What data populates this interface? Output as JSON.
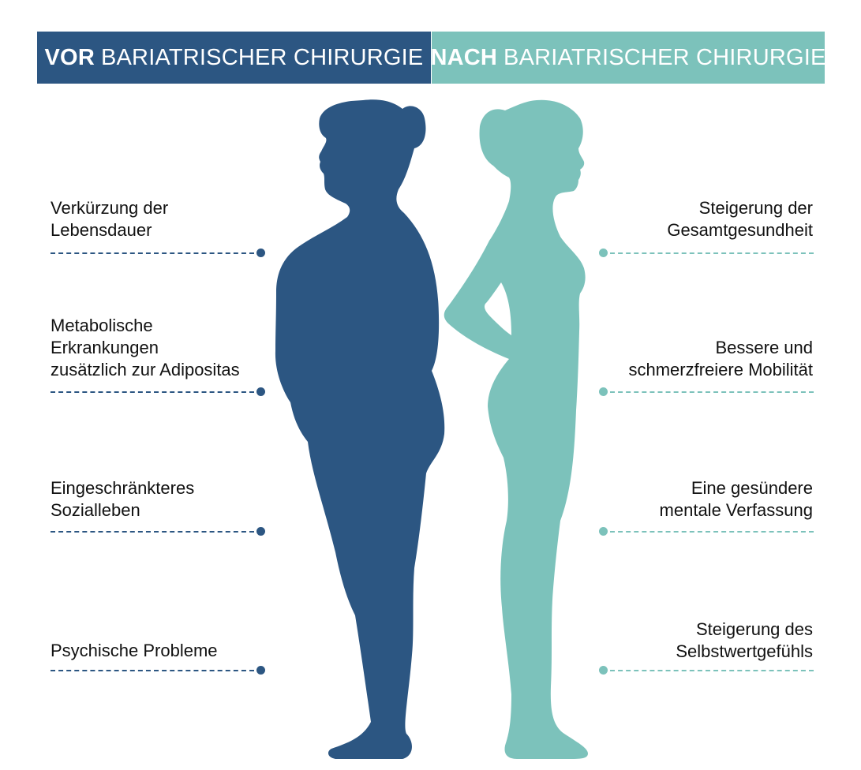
{
  "header": {
    "left": {
      "bold": "VOR",
      "rest": "BARIATRISCHER CHIRURGIE",
      "color": "#2c5682"
    },
    "right": {
      "bold": "NACH",
      "rest": "BARIATRISCHER CHIRURGIE",
      "color": "#7cc2bb"
    }
  },
  "before": {
    "items": [
      {
        "lines": [
          "Verkürzung der",
          "Lebensdauer"
        ]
      },
      {
        "lines": [
          "Metabolische",
          "Erkrankungen",
          "zusätzlich zur Adipositas"
        ]
      },
      {
        "lines": [
          "Eingeschränkteres",
          "Sozialleben"
        ]
      },
      {
        "lines": [
          "Psychische Probleme"
        ]
      }
    ]
  },
  "after": {
    "items": [
      {
        "lines": [
          "Steigerung der",
          "Gesamtgesundheit"
        ]
      },
      {
        "lines": [
          "Bessere und",
          "schmerzfreiere Mobilität"
        ]
      },
      {
        "lines": [
          "Eine gesündere",
          "mentale Verfassung"
        ]
      },
      {
        "lines": [
          "Steigerung des",
          "Selbstwertgefühls"
        ]
      }
    ]
  },
  "figures": {
    "before": {
      "icon": "overweight-woman-silhouette-icon",
      "color": "#2c5682"
    },
    "after": {
      "icon": "slim-woman-silhouette-icon",
      "color": "#7cc2bb"
    }
  }
}
